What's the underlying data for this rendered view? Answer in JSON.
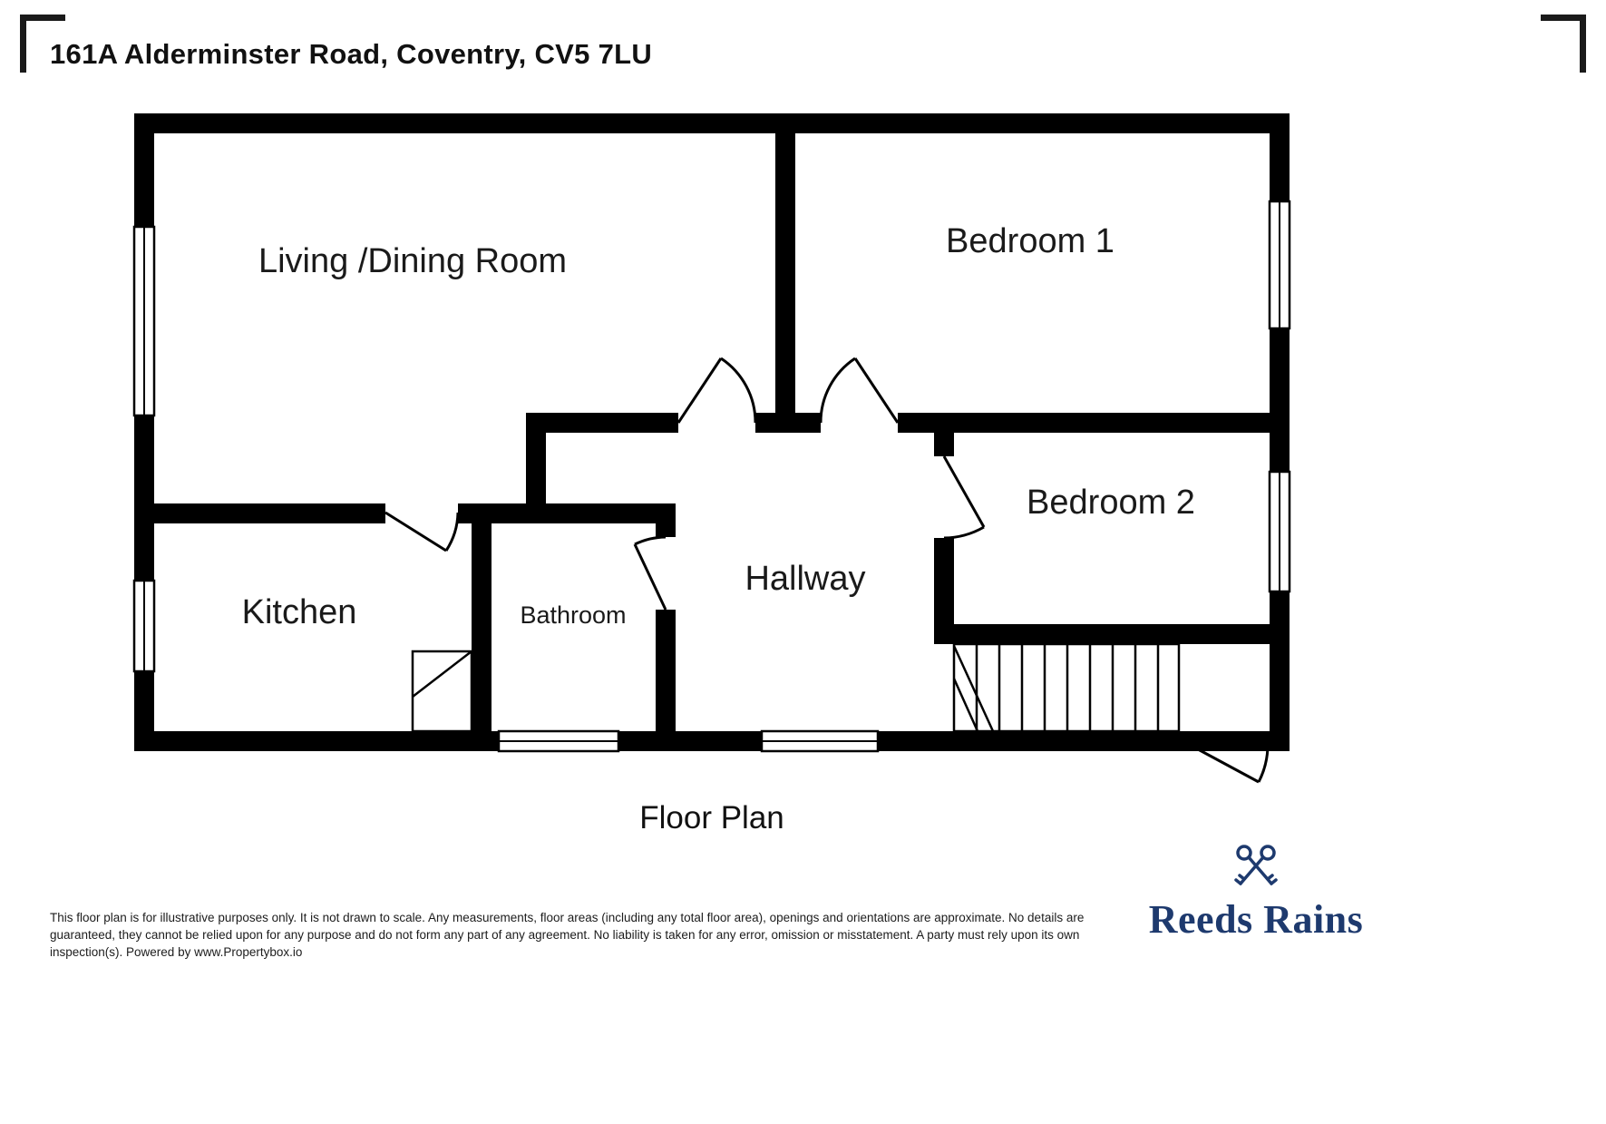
{
  "page": {
    "title": "161A Alderminster Road, Coventry, CV5 7LU",
    "caption": "Floor Plan"
  },
  "rooms": {
    "living": "Living /Dining  Room",
    "bedroom1": "Bedroom 1",
    "bedroom2": "Bedroom 2",
    "kitchen": "Kitchen",
    "bathroom": "Bathroom",
    "hallway": "Hallway"
  },
  "disclaimer": {
    "text": "This floor plan is for illustrative purposes only. It is not drawn to scale. Any measurements, floor areas (including any total floor area), openings and orientations are approximate. No details are guaranteed, they cannot be relied upon for any purpose and do not form any part of any agreement. No liability is taken for any error, omission or misstatement. A party must rely upon its own inspection(s). Powered by www.Propertybox.io"
  },
  "branding": {
    "logo_text": "Reeds Rains",
    "logo_color": "#1e3a6e",
    "icon": "crossed-keys-icon"
  },
  "colors": {
    "wall": "#000000",
    "background": "#ffffff"
  }
}
